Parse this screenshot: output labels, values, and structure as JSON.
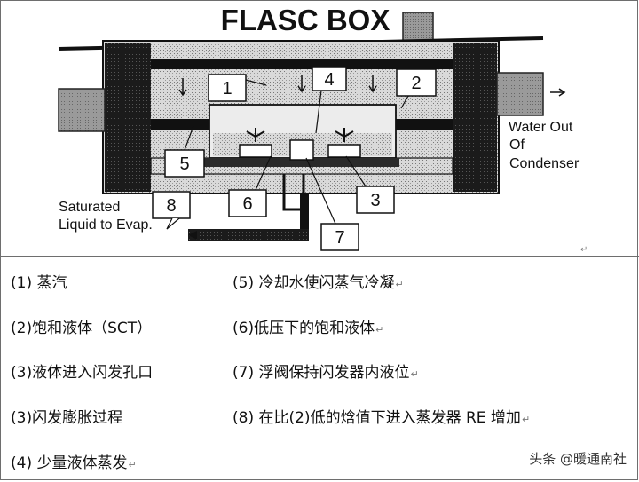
{
  "diagram": {
    "title": "FLASC BOX",
    "labels": {
      "n1": "1",
      "n2": "2",
      "n3": "3",
      "n4": "4",
      "n5": "5",
      "n6": "6",
      "n7": "7",
      "n8": "8"
    },
    "water_out_line1": "Water Out",
    "water_out_line2": "Of",
    "water_out_line3": "Condenser",
    "saturated_line1": "Saturated",
    "saturated_line2": "Liquid to Evap."
  },
  "legend": [
    {
      "id": "1",
      "text": "(1)  蒸汽"
    },
    {
      "id": "5",
      "text": "(5)  冷却水使闪蒸气冷凝"
    },
    {
      "id": "2",
      "text": "(2)饱和液体（SCT）"
    },
    {
      "id": "6",
      "text": "(6)低压下的饱和液体"
    },
    {
      "id": "3a",
      "text": "(3)液体进入闪发孔口"
    },
    {
      "id": "7",
      "text": "(7)  浮阀保持闪发器内液位"
    },
    {
      "id": "3b",
      "text": "(3)闪发膨胀过程"
    },
    {
      "id": "8",
      "text": "(8)  在比(2)低的焓值下进入蒸发器 RE 增加"
    },
    {
      "id": "4",
      "text": "(4)  少量液体蒸发"
    }
  ],
  "paragraph_mark": "↵",
  "return_mark": "↵",
  "watermark": "头条 @暖通南社"
}
